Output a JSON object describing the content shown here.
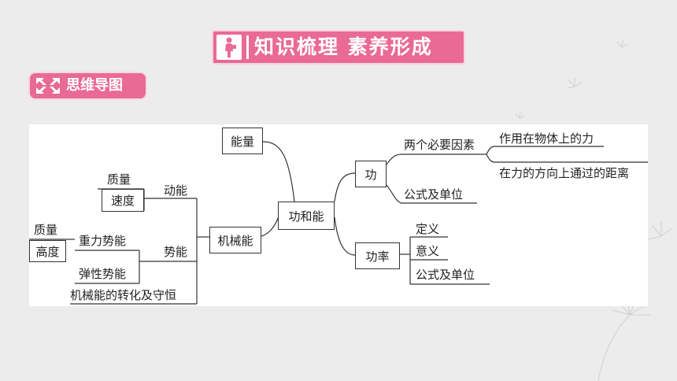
{
  "title_banner": {
    "text": "知识梳理 素养形成"
  },
  "section_tag": {
    "text": "思维导图"
  },
  "colors": {
    "accent": "#e96a95",
    "line": "#333333"
  },
  "mindmap": {
    "root": "功和能",
    "energy": "能量",
    "mechanical_energy": "机械能",
    "kinetic_energy": "动能",
    "kinetic_mass": "质量",
    "kinetic_speed": "速度",
    "potential_energy": "势能",
    "gravitational_pe": "重力势能",
    "gpe_mass": "质量",
    "gpe_height": "高度",
    "elastic_pe": "弹性势能",
    "conversion": "机械能的转化及守恒",
    "work": "功",
    "two_factors": "两个必要因素",
    "factor_force": "作用在物体上的力",
    "factor_distance": "在力的方向上通过的距离",
    "work_formula": "公式及单位",
    "power": "功率",
    "power_definition": "定义",
    "power_meaning": "意义",
    "power_formula": "公式及单位"
  }
}
